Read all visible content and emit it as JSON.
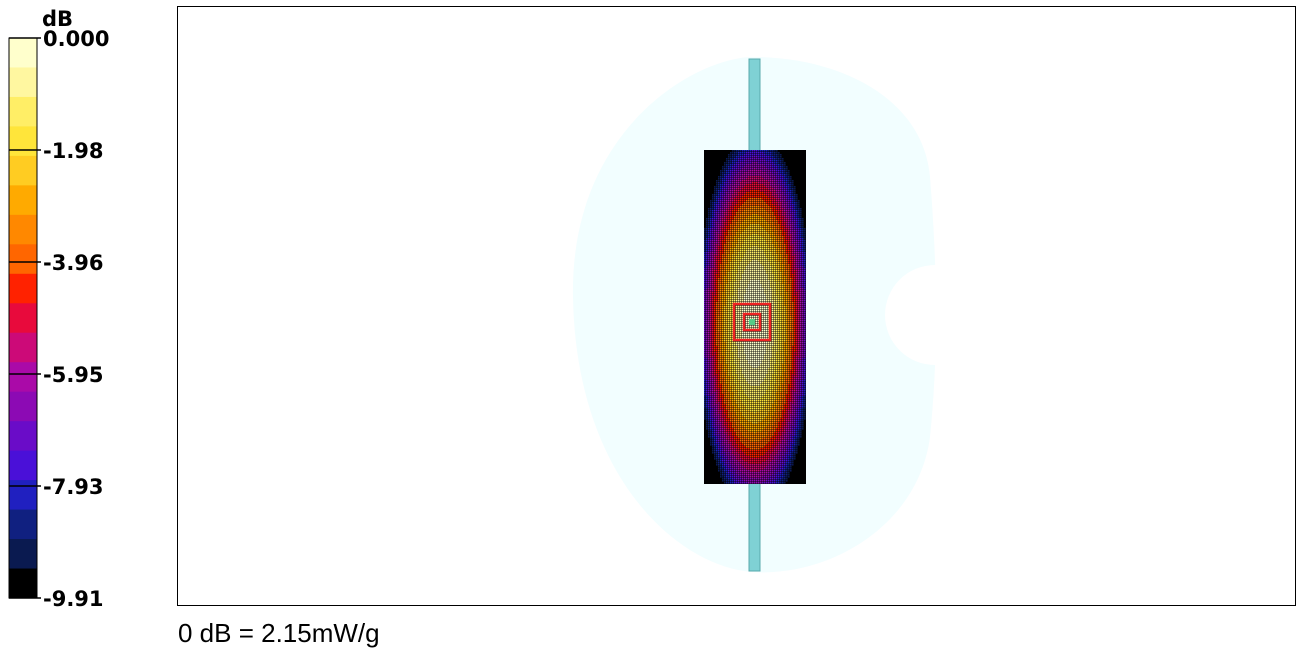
{
  "chart_data": {
    "type": "heatmap",
    "colorbar": {
      "unit": "dB",
      "tick_labels": [
        "0.000",
        "-1.98",
        "-3.96",
        "-5.95",
        "-7.93",
        "-9.91"
      ],
      "range": [
        -9.91,
        0.0
      ],
      "colors": [
        "#ffffcc",
        "#fff7a0",
        "#ffee66",
        "#ffe53a",
        "#ffcc22",
        "#ffaa00",
        "#ff8800",
        "#ff6600",
        "#ff2200",
        "#e80a3c",
        "#cc0a78",
        "#aa0aa8",
        "#8c0ab4",
        "#6a0cc8",
        "#4a10d8",
        "#2020c0",
        "#102080",
        "#0a1a50",
        "#000000"
      ]
    },
    "field": {
      "peak_value_db": 0.0,
      "background_color": "#f2feff",
      "dipole_color": "#7fd1d4",
      "marker_colors": {
        "outer": "#ee2222",
        "inner": "#ee2222",
        "dot": "#55cc88"
      }
    },
    "reference": "0 dB = 2.15mW/g"
  }
}
